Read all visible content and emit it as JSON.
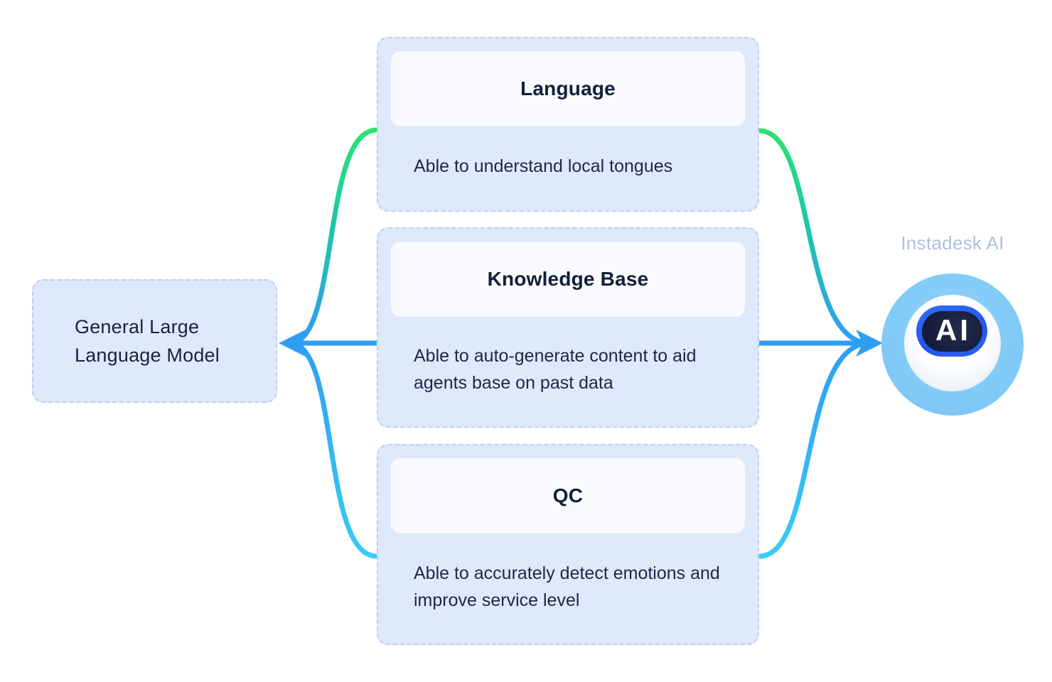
{
  "diagram": {
    "source": {
      "label": "General Large\nLanguage Model"
    },
    "capabilities": [
      {
        "title": "Language",
        "description": "Able to understand local tongues"
      },
      {
        "title": "Knowledge Base",
        "description": "Able to auto-generate content to aid agents base on past data"
      },
      {
        "title": "QC",
        "description": "Able to accurately detect emotions and improve service level"
      }
    ],
    "target": {
      "label": "Instadesk AI",
      "badge_text": "AI"
    }
  },
  "icons": {
    "ai_badge": "ai-robot-badge",
    "arrowhead_left": "left-pointing-arrowhead",
    "arrowhead_right": "right-pointing-arrowhead"
  },
  "colors": {
    "background": "#ffffff",
    "card_fill": "#dfe9fc",
    "card_border": "#b9cef2",
    "card_header_fill": "#f8fafe",
    "title_text": "#131f3a",
    "description_text": "#1b2944",
    "source_text": "#152340",
    "line_blue": "#2e9ef3",
    "line_green": "#2ae46f",
    "line_cyan": "#38cdf5",
    "badge_outer_circle": "#82cbf8",
    "badge_ring_blue": "#2a5ff2",
    "badge_fill_navy": "#141b38",
    "target_label_text": "#b0c0de"
  }
}
